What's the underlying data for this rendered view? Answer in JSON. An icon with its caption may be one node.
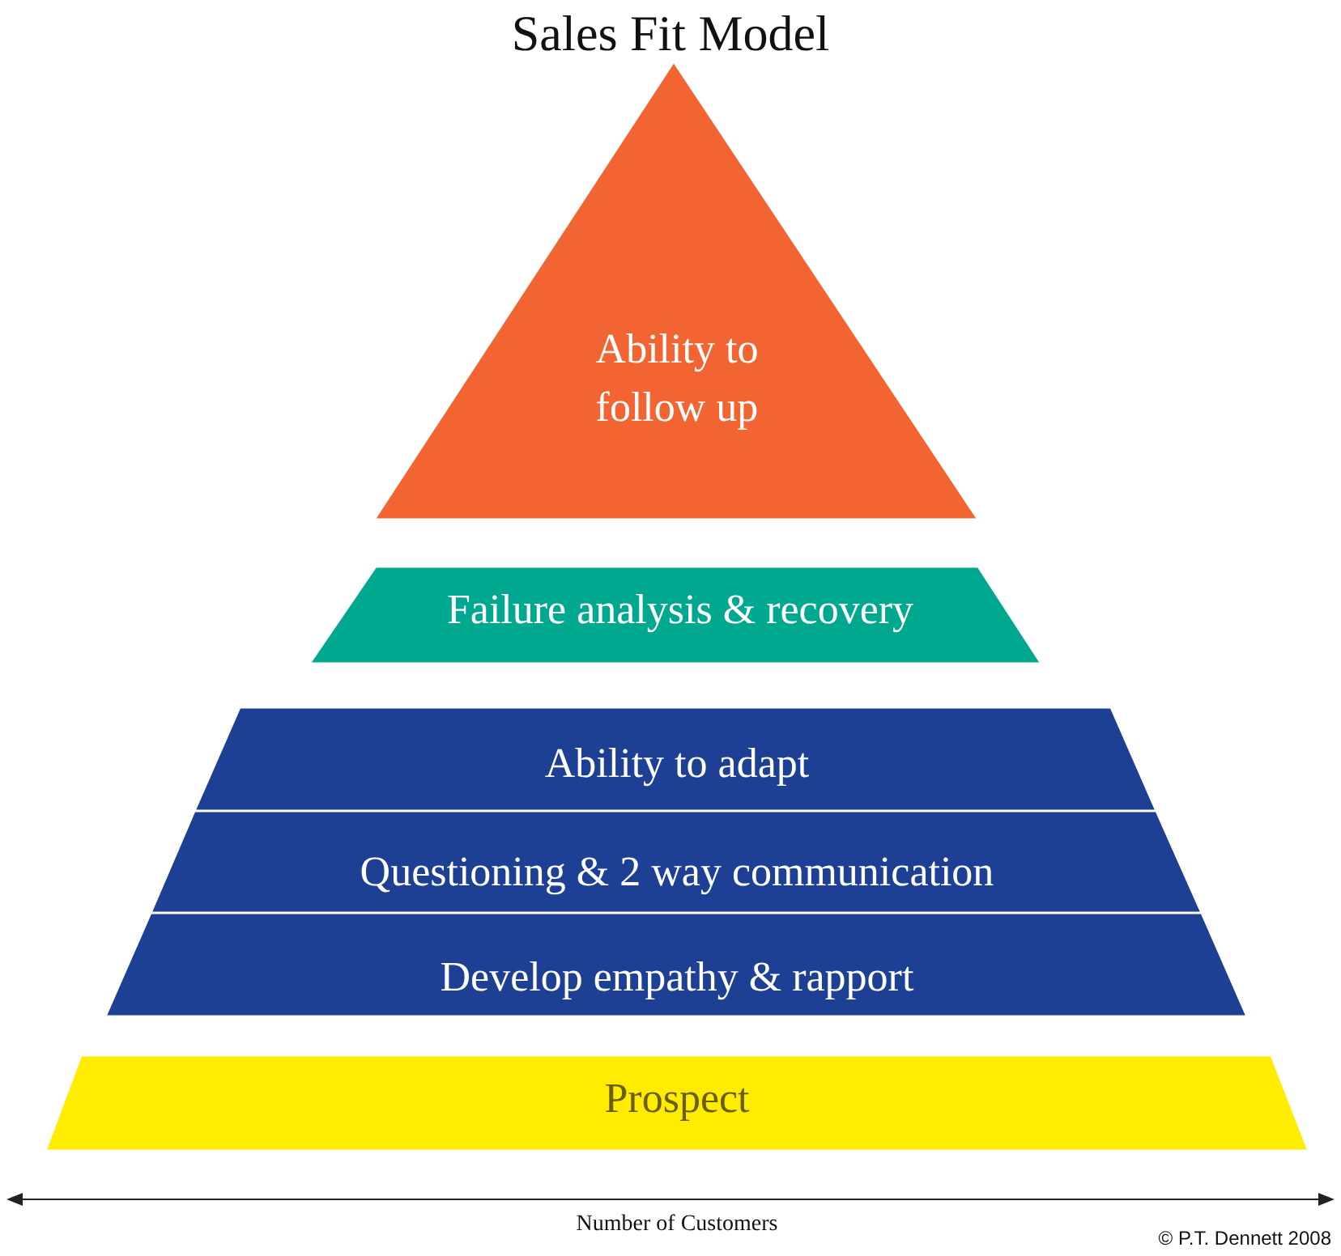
{
  "diagram": {
    "title": "Sales Fit Model",
    "nodes": [
      {
        "text": [
          "Ability to follow up"
        ]
      },
      {
        "text": [
          "Failure analysis & recovery"
        ]
      },
      {
        "text": [
          "Ability to adapt"
        ]
      },
      {
        "text": [
          "Questioning & 2 way communication"
        ]
      },
      {
        "text": [
          "Develop empathy & rapport"
        ]
      },
      {
        "text": [
          "Prospect"
        ]
      }
    ],
    "labels": [
      "Number of Customers",
      "© P.T. Dennett 2008"
    ]
  }
}
